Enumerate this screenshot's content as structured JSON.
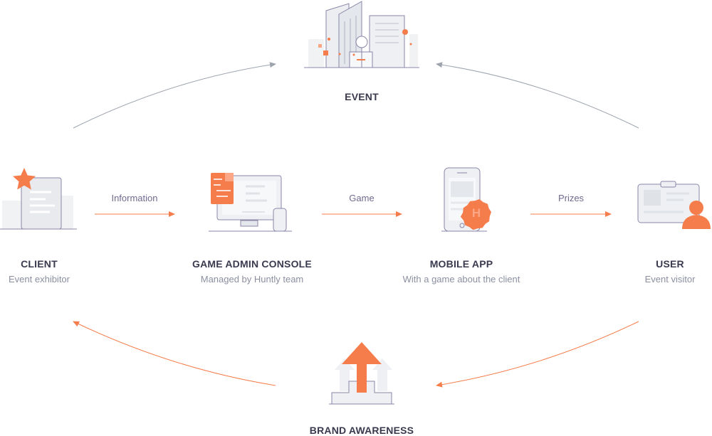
{
  "colors": {
    "accent": "#f57c4b",
    "accent_light": "#fba685",
    "line_gray": "#9ea4ae",
    "outline": "#8a86a8",
    "fill_light": "#eef0f3",
    "title_text": "#3a3a4f",
    "sub_text": "#8b8fa0"
  },
  "nodes": {
    "event": {
      "title": "EVENT"
    },
    "client": {
      "title": "CLIENT",
      "subtitle": "Event exhibitor"
    },
    "console": {
      "title": "GAME ADMIN CONSOLE",
      "subtitle": "Managed by Huntly team"
    },
    "mobile": {
      "title": "MOBILE APP",
      "subtitle": "With a game about the client",
      "badge_letter": "H"
    },
    "user": {
      "title": "USER",
      "subtitle": "Event visitor"
    },
    "brand": {
      "title": "BRAND AWARENESS"
    }
  },
  "edges": {
    "client_to_console": "Information",
    "console_to_mobile": "Game",
    "mobile_to_user": "Prizes"
  }
}
